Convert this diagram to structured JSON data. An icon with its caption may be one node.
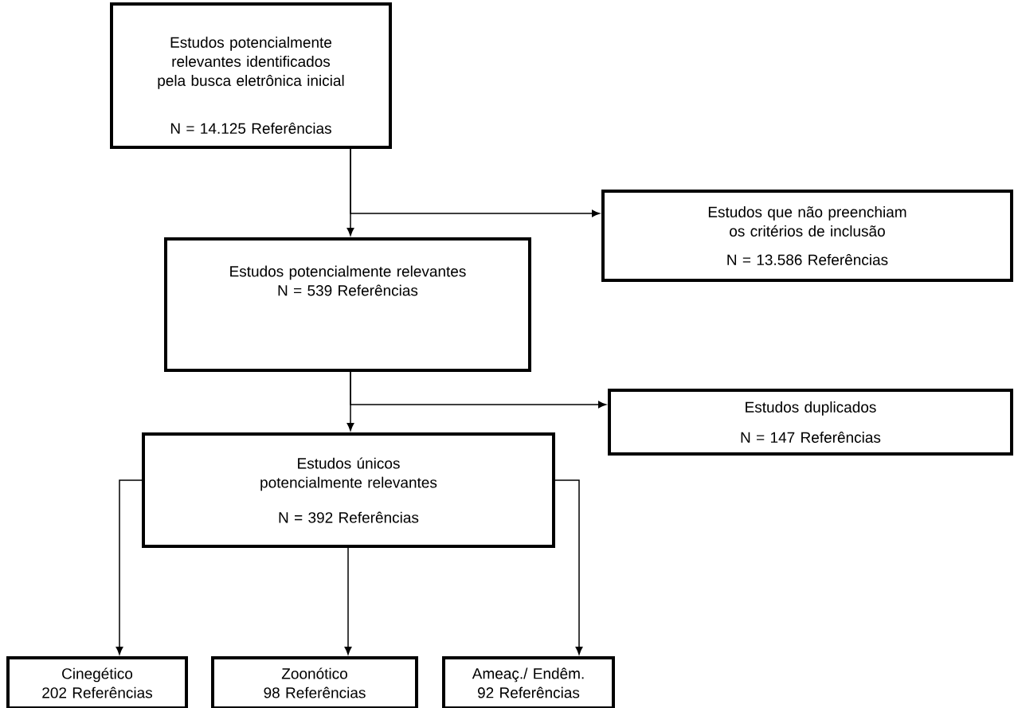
{
  "diagram": {
    "nodes": [
      {
        "text": [
          "Estudos potencialmente relevantes identificados pela busca eletrônica inicial",
          "N = 14.125 Referências"
        ]
      },
      {
        "text": [
          "Estudos que não preenchiam os critérios de inclusão",
          "N = 13.586 Referências"
        ]
      },
      {
        "text": [
          "Estudos potencialmente relevantes",
          "N = 539 Referências"
        ]
      },
      {
        "text": [
          "Estudos duplicados",
          "N = 147 Referências"
        ]
      },
      {
        "text": [
          "Estudos únicos potencialmente relevantes",
          "N = 392 Referências"
        ]
      },
      {
        "text": [
          "Cinegético",
          "202 Referências"
        ]
      },
      {
        "text": [
          "Zoonótico",
          "98 Referências"
        ]
      },
      {
        "text": [
          "Ameaç./ Endêm.",
          "92 Referências"
        ]
      }
    ],
    "edges": [
      {
        "from": 0,
        "to": 2,
        "arrow": "to"
      },
      {
        "from": 0,
        "to": 1,
        "arrow": "to"
      },
      {
        "from": 2,
        "to": 4,
        "arrow": "to"
      },
      {
        "from": 2,
        "to": 3,
        "arrow": "to"
      },
      {
        "from": 4,
        "to": 5,
        "arrow": "to"
      },
      {
        "from": 4,
        "to": 6,
        "arrow": "to"
      },
      {
        "from": 4,
        "to": 7,
        "arrow": "to"
      }
    ]
  }
}
